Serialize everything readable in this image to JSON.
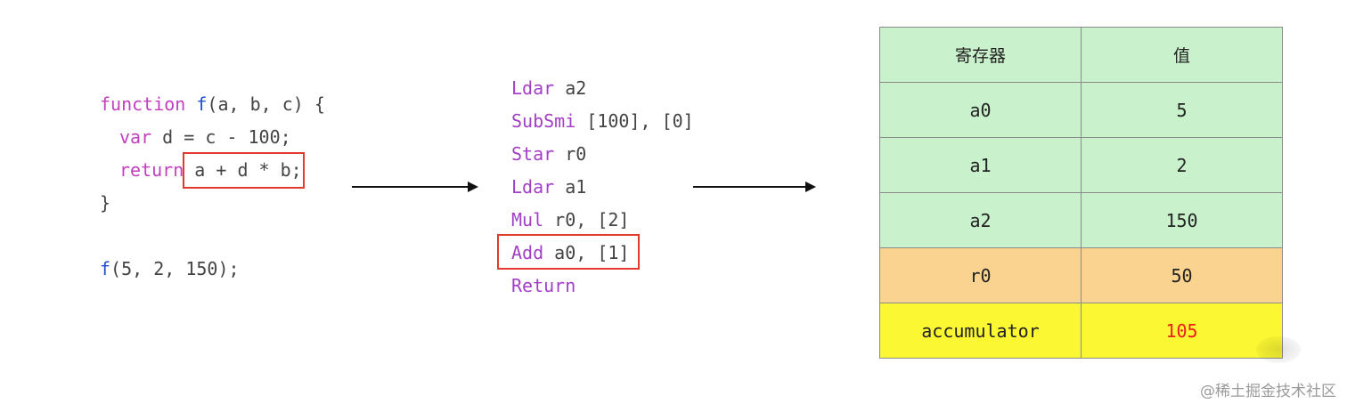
{
  "source": {
    "kw_function": "function",
    "fn_name": "f",
    "params": "(a, b, c) {",
    "kw_var": "var",
    "var_rest": " d = c - 100;",
    "kw_return": "return",
    "return_expr": "a + d * b;",
    "close_brace": "}",
    "call_name": "f",
    "call_args": "(5, 2, 150);"
  },
  "bytecode": [
    {
      "op": "Ldar",
      "args": " a2"
    },
    {
      "op": "SubSmi",
      "args": " [100], [0]"
    },
    {
      "op": "Star",
      "args": " r0"
    },
    {
      "op": "Ldar",
      "args": " a1"
    },
    {
      "op": "Mul",
      "args": " r0, [2]"
    },
    {
      "op": "Add",
      "args": " a0, [1]"
    },
    {
      "op": "Return",
      "args": ""
    }
  ],
  "registers": {
    "header": {
      "name": "寄存器",
      "value": "值"
    },
    "rows": [
      {
        "name": "a0",
        "value": "5"
      },
      {
        "name": "a1",
        "value": "2"
      },
      {
        "name": "a2",
        "value": "150"
      },
      {
        "name": "r0",
        "value": "50"
      },
      {
        "name": "accumulator",
        "value": "105"
      }
    ]
  },
  "colors": {
    "keyword": "#c23fbf",
    "function_name": "#1f4fd6",
    "highlight_box": "#e33a2f",
    "row_green": "#c9f1cb",
    "row_orange": "#fbd390",
    "row_yellow": "#fbf733",
    "result_red": "#ee1c1c"
  },
  "watermark": "@稀土掘金技术社区"
}
